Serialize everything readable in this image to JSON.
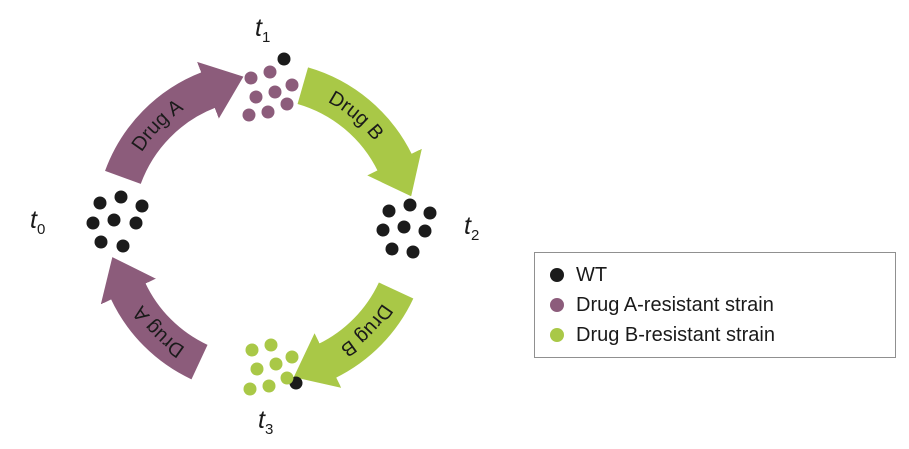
{
  "colors": {
    "wt": "#1b1b1b",
    "drug_a": "#8c5c7b",
    "drug_b": "#a9c847",
    "label_text": "#1a1a1a",
    "legend_border": "#909090",
    "background": "#ffffff"
  },
  "cycle": {
    "arrows": [
      {
        "position": "top-left",
        "label": "Drug A"
      },
      {
        "position": "top-right",
        "label": "Drug B"
      },
      {
        "position": "bottom-right",
        "label": "Drug B"
      },
      {
        "position": "bottom-left",
        "label": "Drug A"
      }
    ],
    "timepoints": [
      {
        "base": "t",
        "sub": "0",
        "wt_dots": 8,
        "drug_a_dots": 0,
        "drug_b_dots": 0
      },
      {
        "base": "t",
        "sub": "1",
        "wt_dots": 1,
        "drug_a_dots": 8,
        "drug_b_dots": 0
      },
      {
        "base": "t",
        "sub": "2",
        "wt_dots": 8,
        "drug_a_dots": 0,
        "drug_b_dots": 0
      },
      {
        "base": "t",
        "sub": "3",
        "wt_dots": 1,
        "drug_a_dots": 0,
        "drug_b_dots": 8
      }
    ]
  },
  "legend": {
    "items": [
      {
        "label": "WT",
        "color_key": "wt"
      },
      {
        "label": "Drug A-resistant strain",
        "color_key": "drug_a"
      },
      {
        "label": "Drug B-resistant strain",
        "color_key": "drug_b"
      }
    ]
  }
}
